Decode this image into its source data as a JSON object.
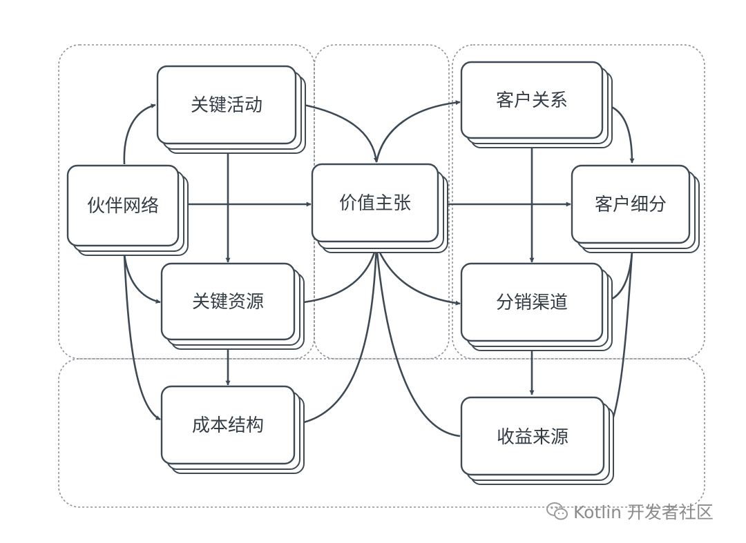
{
  "diagram": {
    "nodes": {
      "key_activities": "关键活动",
      "partner_network": "伙伴网络",
      "key_resources": "关键资源",
      "cost_structure": "成本结构",
      "value_proposition": "价值主张",
      "customer_relationships": "客户关系",
      "customer_segments": "客户细分",
      "channels": "分销渠道",
      "revenue_streams": "收益来源"
    }
  },
  "watermark": {
    "text": "Kotlin 开发者社区",
    "icon": "wechat-icon",
    "color": "#8b8b8b"
  },
  "colors": {
    "stroke": "#3d4a55",
    "region_border": "#8a8f96",
    "card_fill": "#ffffff"
  }
}
